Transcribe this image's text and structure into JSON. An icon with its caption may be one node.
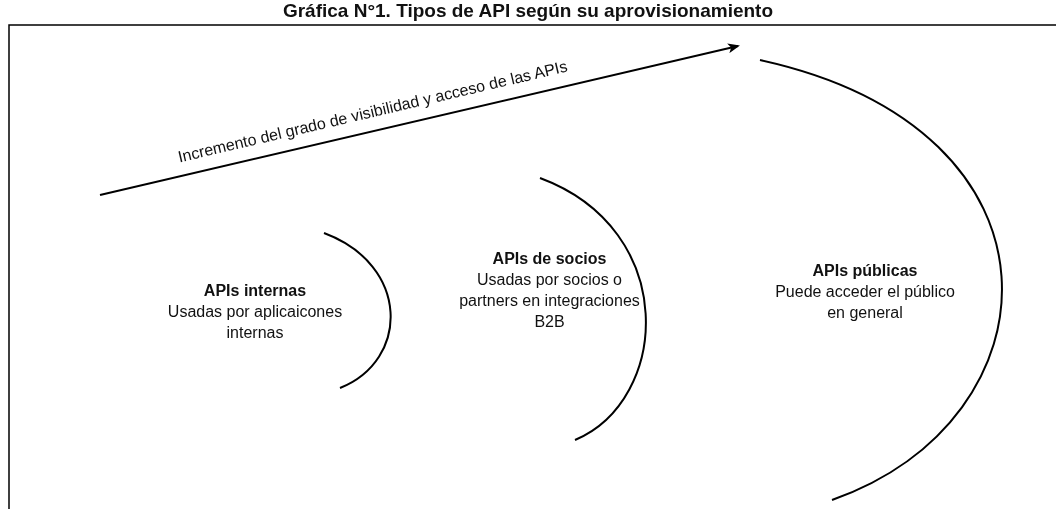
{
  "diagram": {
    "title": "Gráfica N°1. Tipos de API según su aprovisionamiento",
    "nodes": [
      {
        "text": [
          "APIs internas",
          "Usadas por aplicaicones internas"
        ]
      },
      {
        "text": [
          "APIs de socios",
          "Usadas por socios o partners en integraciones B2B"
        ]
      },
      {
        "text": [
          "APIs públicas",
          "Puede acceder el público en general"
        ]
      }
    ],
    "labels": [
      "Incremento del grado de visibilidad y acceso de las APIs"
    ]
  }
}
